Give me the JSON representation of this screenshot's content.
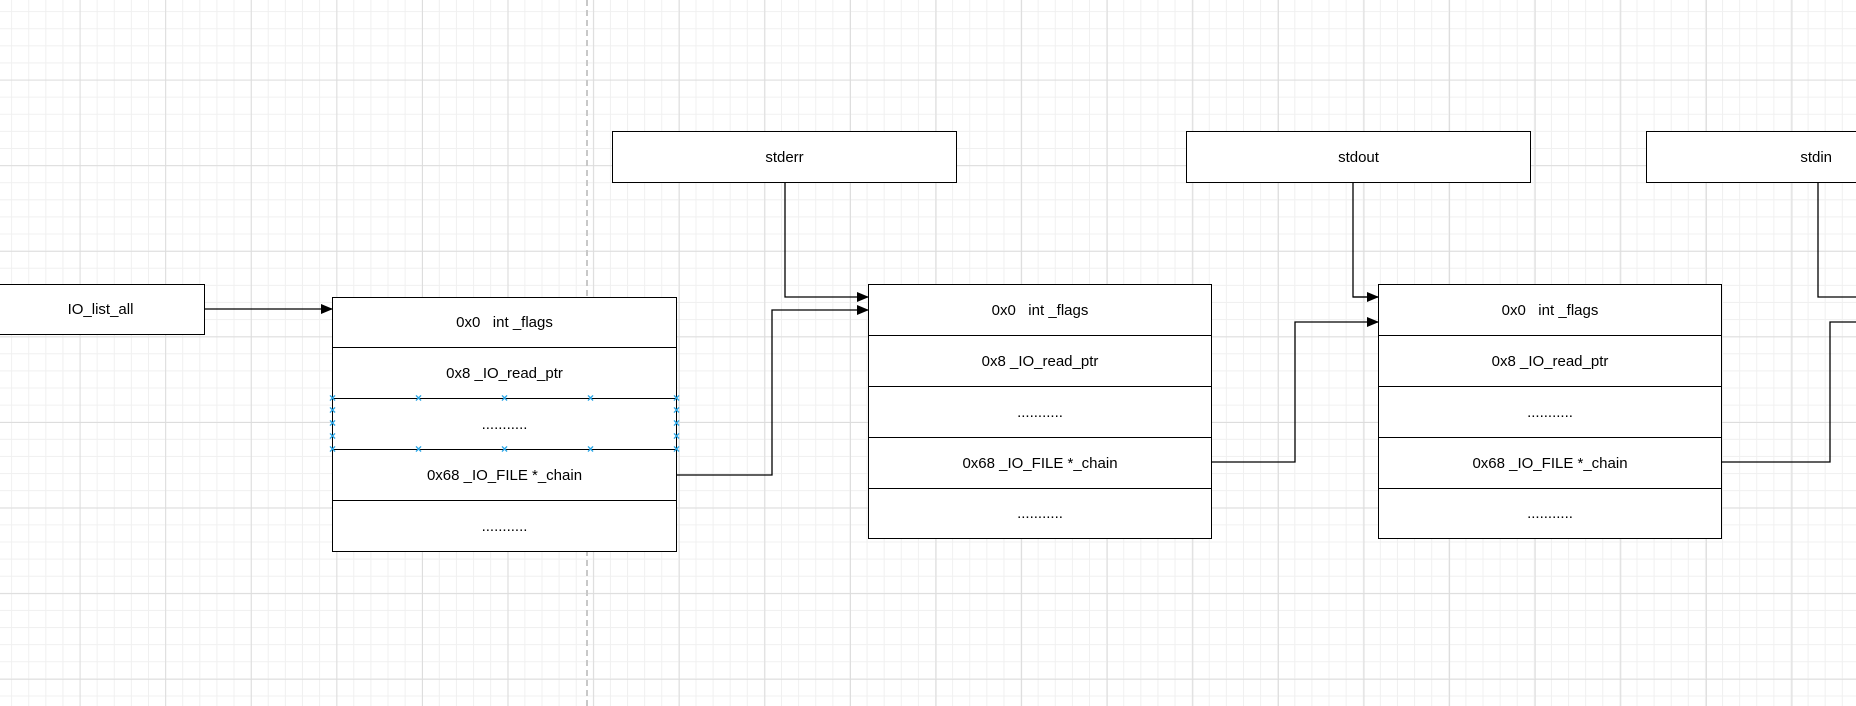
{
  "head": {
    "label": "IO_list_all"
  },
  "handles": {
    "glyph": "×",
    "color": "#29a5e6"
  },
  "file_a": {
    "rows": [
      "0x0   int _flags",
      "0x8 _IO_read_ptr",
      "...........",
      "0x68 _IO_FILE *_chain",
      "..........."
    ]
  },
  "stderr": {
    "label": "stderr",
    "rows": [
      "0x0   int _flags",
      "0x8 _IO_read_ptr",
      "...........",
      "0x68 _IO_FILE *_chain",
      "..........."
    ]
  },
  "stdout": {
    "label": "stdout",
    "rows": [
      "0x0   int _flags",
      "0x8 _IO_read_ptr",
      "...........",
      "0x68 _IO_FILE *_chain",
      "..........."
    ]
  },
  "stdin": {
    "label": "stdin"
  }
}
